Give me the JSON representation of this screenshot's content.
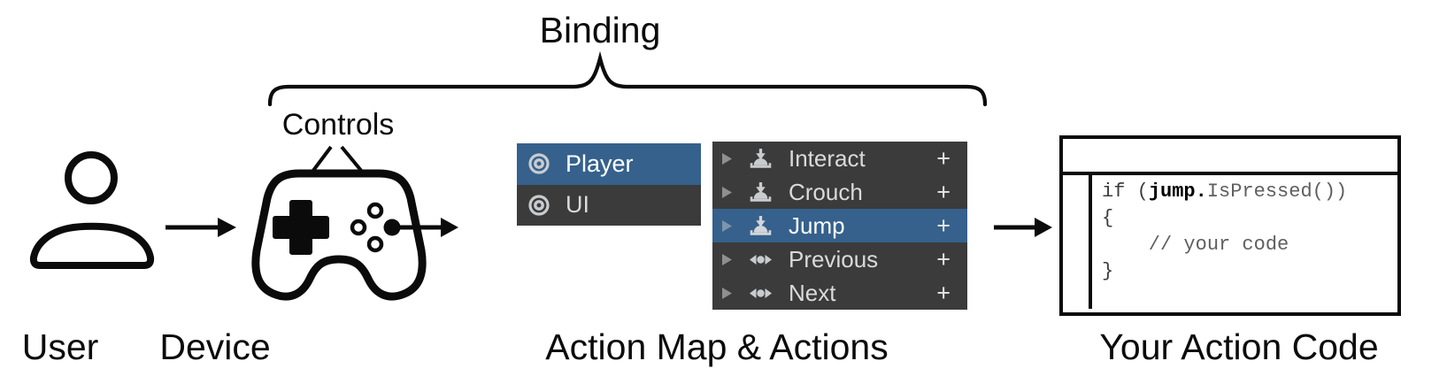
{
  "diagram": {
    "binding_label": "Binding",
    "controls_label": "Controls",
    "stage_labels": [
      {
        "label": "User"
      },
      {
        "label": "Device"
      },
      {
        "label": "Action Map & Actions"
      },
      {
        "label": "Your Action Code"
      }
    ]
  },
  "action_map_panel": {
    "items": [
      {
        "label": "Player",
        "selected": true
      },
      {
        "label": "UI",
        "selected": false
      }
    ]
  },
  "actions_panel": {
    "add_label": "+",
    "items": [
      {
        "label": "Interact",
        "icon": "button",
        "selected": false
      },
      {
        "label": "Crouch",
        "icon": "button",
        "selected": false
      },
      {
        "label": "Jump",
        "icon": "button",
        "selected": true
      },
      {
        "label": "Previous",
        "icon": "axis",
        "selected": false
      },
      {
        "label": "Next",
        "icon": "axis",
        "selected": false
      }
    ]
  },
  "code_window": {
    "line1_keyword": "if (",
    "line1_variable": "jump.",
    "line1_method": "IsPressed())",
    "line2": "{",
    "line3": "    // your code",
    "line4": "}"
  },
  "colors": {
    "accent-blue": "#35618c",
    "panel-dark": "#3b3b3b",
    "icon-gray": "#c9cccf",
    "row-text": "#d9dadb",
    "selected-text": "#ffffff",
    "expander-gray": "#8f8f8f",
    "plus-gray": "#e6e6e6",
    "ink": "#0b0b0b",
    "code-dark": "#3d3d3d",
    "code-gray": "#5f5f5f"
  }
}
